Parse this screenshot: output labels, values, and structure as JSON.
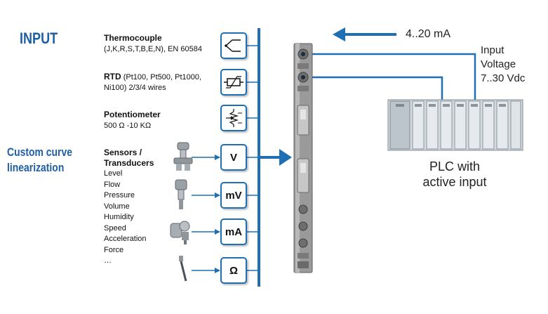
{
  "headings": {
    "input": "INPUT",
    "custom_curve_line1": "Custom curve",
    "custom_curve_line2": "linearization"
  },
  "inputs": {
    "thermocouple": {
      "title": "Thermocouple",
      "detail": "(J,K,R,S,T,B,E,N), EN 60584"
    },
    "rtd": {
      "title": "RTD",
      "detail_line1": " (Pt100, Pt500,  Pt1000,",
      "detail_line2": "Ni100)  2/3/4 wires"
    },
    "potentiometer": {
      "title": "Potentiometer",
      "detail": "500 Ω -10 KΩ"
    },
    "sensors": {
      "title_line1": "Sensors /",
      "title_line2": "Transducers",
      "items": [
        "Level",
        "Flow",
        "Pressure",
        "Volume",
        "Humidity",
        "Speed",
        "Acceleration",
        "Force",
        "…"
      ]
    }
  },
  "boxes": {
    "voltage": "V",
    "millivolt": "mV",
    "milliamp": "mA",
    "ohm": "Ω"
  },
  "output": {
    "current": "4..20 mA",
    "supply_line1": "Input",
    "supply_line2": "Voltage",
    "supply_line3": "7..30 Vdc",
    "plc_line1": "PLC with",
    "plc_line2": "active input"
  },
  "colors": {
    "accent_blue": "#1f6fb4",
    "heading_blue": "#1f5fa6",
    "device_gray": "#8a8a8a"
  }
}
